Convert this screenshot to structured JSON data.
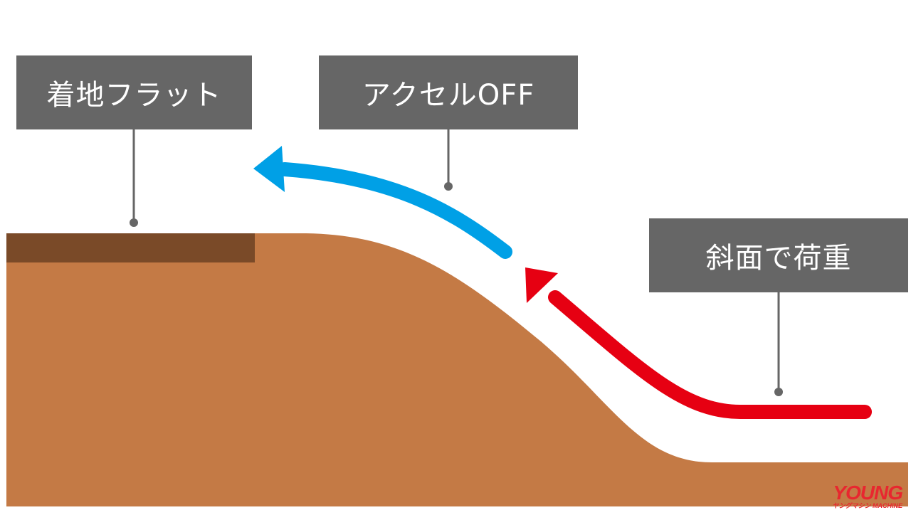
{
  "labels": {
    "landing": "着地フラット",
    "throttle_off": "アクセルOFF",
    "slope_load": "斜面で荷重"
  },
  "logo": {
    "main": "YOUNG",
    "sub": "ヤングマシン MACHINE"
  },
  "colors": {
    "ground": "#c47a45",
    "landing_strip": "#7a4a28",
    "label_bg": "#666666",
    "throttle_arrow": "#00a0e6",
    "load_arrow": "#e60012",
    "connector": "#666666",
    "logo": "#e8272f"
  }
}
